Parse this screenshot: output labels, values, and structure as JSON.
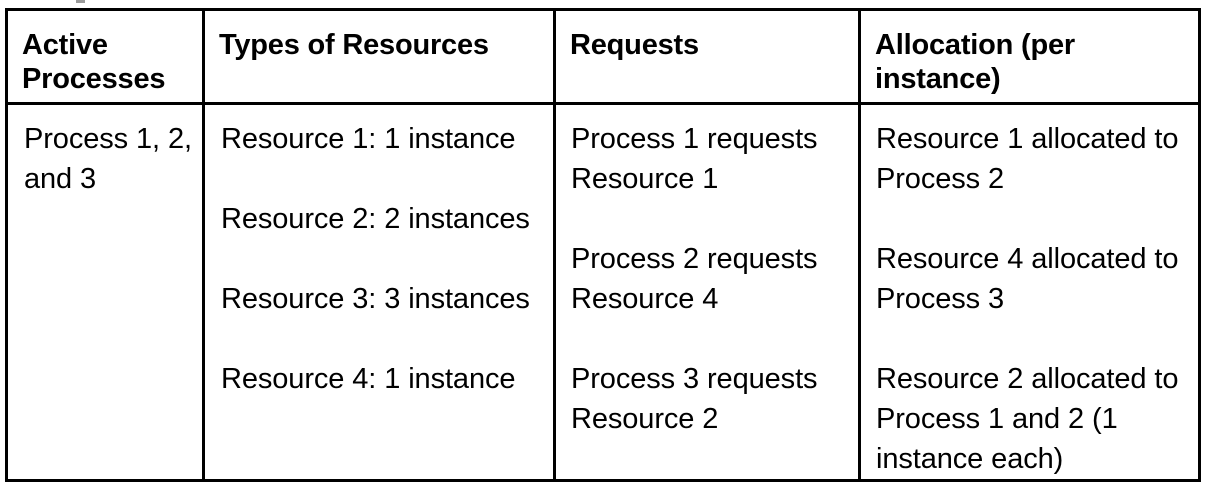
{
  "table": {
    "columns": [
      {
        "key": "active_processes",
        "header": "Active Processes"
      },
      {
        "key": "types_of_resources",
        "header": "Types of Resources"
      },
      {
        "key": "requests",
        "header": "Requests"
      },
      {
        "key": "allocation",
        "header": "Allocation (per instance)"
      }
    ],
    "headers": {
      "col1": "Active Processes",
      "col2": "Types of Resources",
      "col3": "Requests",
      "col4": "Allocation (per instance)"
    },
    "rows": [
      {
        "active_processes": [
          "Process 1, 2, and 3"
        ],
        "types_of_resources": [
          "Resource 1: 1 instance",
          "Resource 2: 2 instances",
          "Resource 3: 3 instances",
          "Resource 4: 1 instance"
        ],
        "requests": [
          "Process 1 requests Resource 1",
          "Process 2 requests Resource 4",
          "Process 3 requests Resource 2"
        ],
        "allocation": [
          "Resource 1 allocated to Process 2",
          "Resource 4 allocated to Process 3",
          "Resource 2 allocated to Process 1 and 2 (1 instance each)"
        ]
      }
    ]
  },
  "cells": {
    "r0c0_p0": "Process 1, 2, and 3",
    "r0c1_p0": "Resource 1: 1 instance",
    "r0c1_p1": "Resource 2: 2 instances",
    "r0c1_p2": "Resource 3: 3 instances",
    "r0c1_p3": "Resource 4: 1 instance",
    "r0c2_p0": "Process 1 requests Resource 1",
    "r0c2_p1": "Process 2 requests Resource 4",
    "r0c2_p2": "Process 3 requests Resource 2",
    "r0c3_p0": "Resource 1 allocated to Process 2",
    "r0c3_p1": "Resource 4 allocated to Process 3",
    "r0c3_p2": "Resource 2 allocated to Process 1 and 2 (1 instance each)"
  },
  "style": {
    "border_color": "#000000",
    "text_color": "#000000",
    "background": "#ffffff",
    "artifact_color": "#9a9a9a"
  }
}
